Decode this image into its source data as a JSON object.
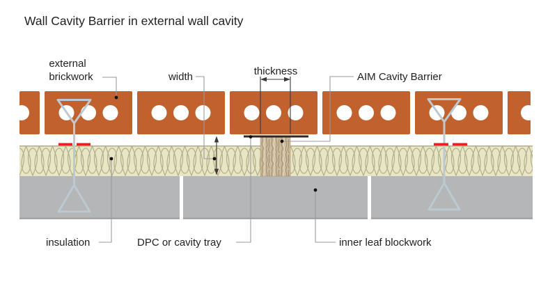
{
  "title": "Wall Cavity Barrier in external wall cavity",
  "labels": {
    "external_brickwork_line1": "external",
    "external_brickwork_line2": "brickwork",
    "width": "width",
    "thickness": "thickness",
    "aim_cavity_barrier": "AIM Cavity Barrier",
    "insulation": "insulation",
    "dpc_or_cavity_tray": "DPC or cavity tray",
    "inner_leaf_blockwork": "inner leaf blockwork"
  },
  "legend": {
    "diagram_type": "horizontal section through external cavity wall",
    "layers_top_to_bottom": [
      "external brickwork",
      "cavity with DPC / AIM cavity barrier",
      "insulation",
      "inner leaf blockwork"
    ]
  },
  "colors": {
    "brick": "#c0612e",
    "insulation_fill": "#e9e6c6",
    "insulation_line": "#b2ae89",
    "blockwork": "#b4b6b8",
    "blockwork_shade": "#a2a4a6",
    "wall_tie": "#bcc9d1",
    "clip_red": "#e8201e",
    "dpc_line": "#38261a",
    "barrier_base": "#cdbb9c",
    "barrier_fiber": "#8d7a5e",
    "barrier_light": "#e9dfcc",
    "barrier_edge": "#a8936f",
    "leader_line": "#9a9a9a",
    "dimension_line": "#3a3a3a",
    "dot": "#111111",
    "text": "#1f1f1f"
  }
}
